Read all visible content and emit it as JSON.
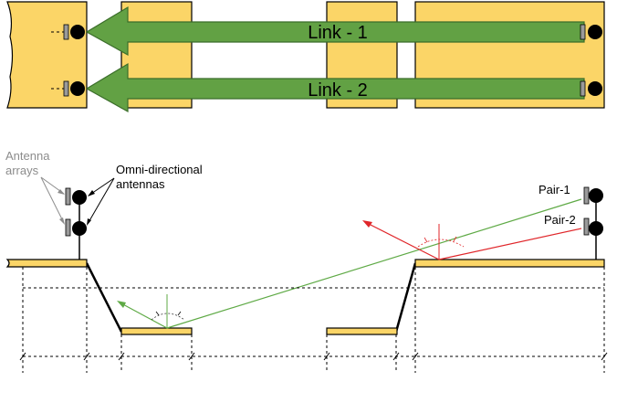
{
  "top_view": {
    "link1_label": "Link - 1",
    "link2_label": "Link - 2"
  },
  "side_view": {
    "antenna_arrays_label": [
      "Antenna",
      "arrays"
    ],
    "omni_label": [
      "Omni-directional",
      "antennas"
    ],
    "pair1_label": "Pair-1",
    "pair2_label": "Pair-2"
  },
  "colors": {
    "surface_fill": "#FBD567",
    "arrow_fill": "#62A144",
    "los_path": "#5FAA46",
    "reflect_path": "#E0262A",
    "annotation_gray": "#8C8C8C"
  }
}
